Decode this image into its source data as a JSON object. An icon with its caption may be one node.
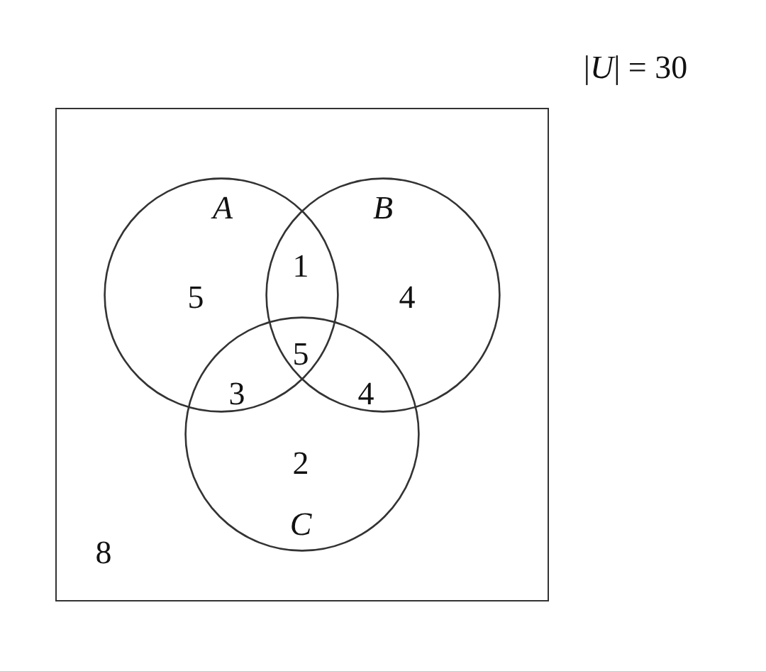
{
  "diagram": {
    "nodes": [
      {
        "text": [
          "|*U*| = 30"
        ]
      },
      {
        "text": [
          "A"
        ],
        "in": 0
      },
      {
        "text": [
          "B"
        ],
        "in": 0
      },
      {
        "text": [
          "C"
        ],
        "in": 0
      }
    ],
    "labels": [
      "5",
      "1",
      "4",
      "5",
      "3",
      "4",
      "2",
      "8"
    ]
  }
}
